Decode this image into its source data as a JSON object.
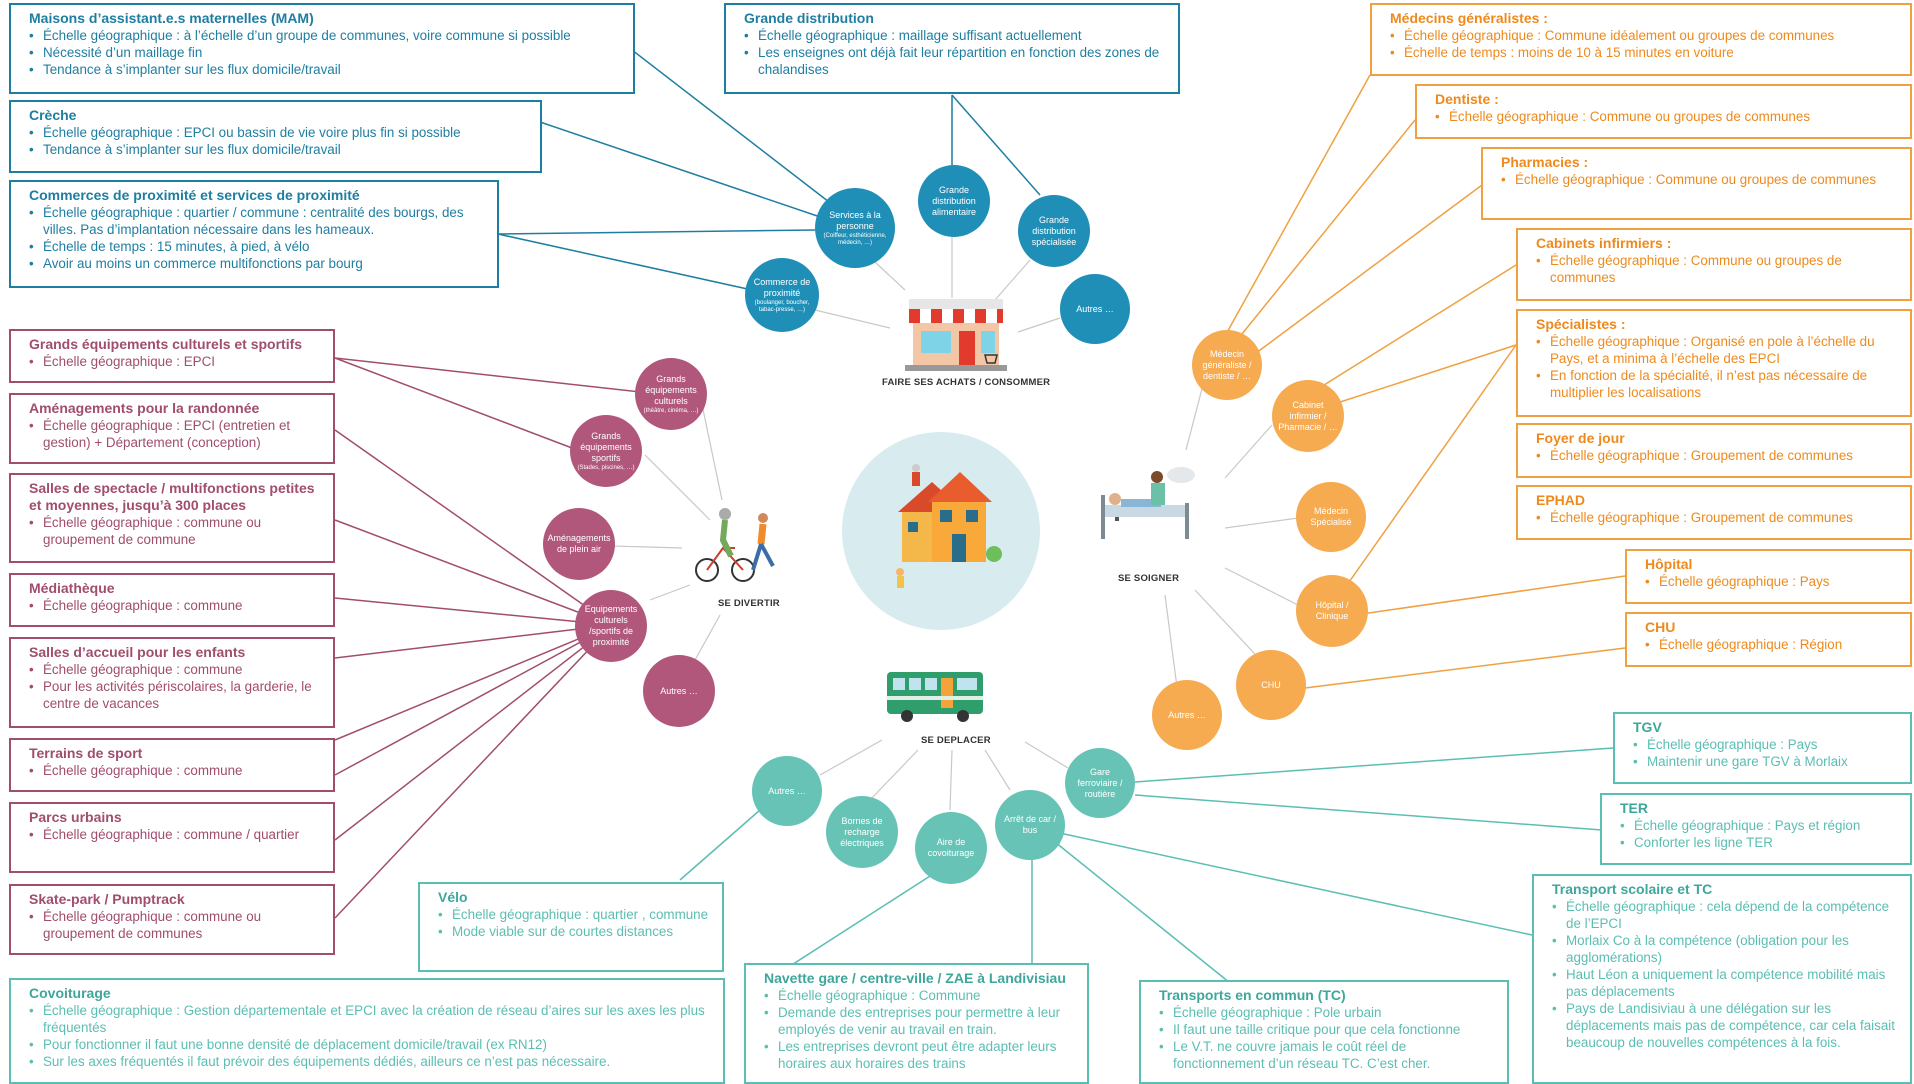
{
  "colors": {
    "consommer": "#1f8fb7",
    "divertir": "#b0577b",
    "soigner": "#f7ab50",
    "deplacer": "#66c3b6",
    "hub": "#d8ecf0"
  },
  "hub": {
    "icon": "house-icon",
    "categories": {
      "consommer": "FAIRE SES ACHATS / CONSOMMER",
      "divertir": "SE DIVERTIR",
      "soigner": "SE SOIGNER",
      "deplacer": "SE DEPLACER"
    }
  },
  "nodes": {
    "services_personne": {
      "label": "Services à la personne",
      "sub": "(Coiffeur, esthéticienne, médecin, …)"
    },
    "grande_distribution_alimentaire": {
      "label": "Grande distribution alimentaire"
    },
    "grande_distribution_specialisee": {
      "label": "Grande distribution spécialisée"
    },
    "commerce_proximite": {
      "label": "Commerce de proximité",
      "sub": "(boulanger, boucher, tabac-presse, …)"
    },
    "autres_consommer": {
      "label": "Autres …"
    },
    "grands_equipements_culturels": {
      "label": "Grands équipements culturels",
      "sub": "(théâtre, cinéma, …)"
    },
    "grands_equipements_sportifs": {
      "label": "Grands équipements sportifs",
      "sub": "(Stades, piscines, …)"
    },
    "amenagements_plein_air": {
      "label": "Aménagements de plein air"
    },
    "equipements_proximite": {
      "label": "Equipements culturels /sportifs de proximité"
    },
    "autres_divertir": {
      "label": "Autres …"
    },
    "medecin_generaliste": {
      "label": "Médecin généraliste / dentiste / …"
    },
    "cabinet_infirmier": {
      "label": "Cabinet infirmier / Pharmacie / …"
    },
    "medecin_specialise": {
      "label": "Médecin Spécialisé"
    },
    "hopital_clinique": {
      "label": "Hôpital / Clinique"
    },
    "chu": {
      "label": "CHU"
    },
    "autres_soigner": {
      "label": "Autres …"
    },
    "gare": {
      "label": "Gare ferroviaire / routière"
    },
    "arret_car": {
      "label": "Arrêt de car / bus"
    },
    "aire_covoiturage": {
      "label": "Aire de covoiturage"
    },
    "bornes_recharge": {
      "label": "Bornes de recharge électriques"
    },
    "autres_deplacer": {
      "label": "Autres …"
    }
  },
  "boxes": {
    "mam": {
      "title": "Maisons d’assistant.e.s maternelles (MAM)",
      "items": [
        "Échelle géographique : à l’échelle d’un groupe de communes, voire commune si possible",
        "Nécessité d’un maillage fin",
        "Tendance à s’implanter sur les flux domicile/travail"
      ]
    },
    "creche": {
      "title": "Crèche",
      "items": [
        "Échelle géographique : EPCI ou bassin de vie voire plus fin si possible",
        "Tendance à s’implanter sur les flux domicile/travail"
      ]
    },
    "commerces": {
      "title": "Commerces de proximité et services de proximité",
      "items": [
        "Échelle géographique : quartier / commune : centralité des bourgs, des villes. Pas d’implantation nécessaire dans les hameaux.",
        "Échelle de temps : 15 minutes, à pied, à vélo",
        "Avoir au moins un commerce multifonctions par bourg"
      ]
    },
    "grande_distribution": {
      "title": "Grande distribution",
      "items": [
        "Échelle géographique : maillage suffisant actuellement",
        "Les enseignes ont déjà fait leur répartition en fonction des zones de chalandises"
      ]
    },
    "grands_equipements": {
      "title": "Grands équipements culturels et sportifs",
      "items": [
        "Échelle géographique : EPCI"
      ]
    },
    "randonnee": {
      "title": "Aménagements pour la randonnée",
      "items": [
        "Échelle géographique : EPCI (entretien et gestion) + Département (conception)"
      ]
    },
    "salles_spectacle": {
      "title": "Salles de spectacle / multifonctions petites et moyennes, jusqu’à 300 places",
      "items": [
        "Échelle géographique : commune ou groupement de commune"
      ]
    },
    "mediatheque": {
      "title": "Médiathèque",
      "items": [
        "Échelle géographique : commune"
      ]
    },
    "salles_enfants": {
      "title": "Salles d’accueil pour les enfants",
      "items": [
        "Échelle géographique : commune",
        "Pour les activités périscolaires, la garderie, le centre de vacances"
      ]
    },
    "terrains_sport": {
      "title": "Terrains de sport",
      "items": [
        "Échelle géographique : commune"
      ]
    },
    "parcs_urbains": {
      "title": "Parcs urbains",
      "items": [
        "Échelle géographique : commune / quartier"
      ]
    },
    "skate_park": {
      "title": "Skate-park / Pumptrack",
      "items": [
        "Échelle géographique : commune ou groupement de communes"
      ]
    },
    "medecins_generalistes": {
      "title": "Médecins généralistes :",
      "items": [
        "Échelle géographique : Commune idéalement ou groupes de communes",
        "Échelle de  temps :  moins de 10 à 15 minutes en voiture"
      ]
    },
    "dentiste": {
      "title": "Dentiste :",
      "items": [
        "Échelle géographique : Commune ou groupes de communes"
      ]
    },
    "pharmacies": {
      "title": "Pharmacies :",
      "items": [
        "Échelle géographique : Commune ou groupes de communes"
      ]
    },
    "cabinets_infirmiers": {
      "title": "Cabinets infirmiers :",
      "items": [
        "Échelle géographique : Commune ou groupes de communes"
      ]
    },
    "specialistes": {
      "title": "Spécialistes :",
      "items": [
        "Échelle géographique : Organisé en pole à l’échelle du Pays, et a minima à l’échelle des EPCI",
        "En fonction de la spécialité, il n’est pas nécessaire de multiplier les localisations"
      ]
    },
    "foyer_jour": {
      "title": "Foyer de jour",
      "items": [
        "Échelle géographique : Groupement de communes"
      ]
    },
    "ephad": {
      "title": "EPHAD",
      "items": [
        "Échelle géographique : Groupement de communes"
      ]
    },
    "hopital": {
      "title": "Hôpital",
      "items": [
        "Échelle géographique : Pays"
      ]
    },
    "chu": {
      "title": "CHU",
      "items": [
        "Échelle géographique : Région"
      ]
    },
    "tgv": {
      "title": "TGV",
      "items": [
        "Échelle géographique : Pays",
        "Maintenir une gare TGV à Morlaix"
      ]
    },
    "ter": {
      "title": "TER",
      "items": [
        "Échelle géographique : Pays et région",
        "Conforter les ligne TER"
      ]
    },
    "transport_scolaire": {
      "title": "Transport scolaire et TC",
      "items": [
        "Échelle géographique : cela dépend de la compétence de l’EPCI",
        "Morlaix Co à la compétence (obligation pour les agglomérations)",
        "Haut Léon a uniquement la compétence mobilité mais pas déplacements",
        "Pays de Landisiviau à une délégation sur les déplacements mais pas de compétence, car cela faisait beaucoup de nouvelles compétences à la fois."
      ]
    },
    "velo": {
      "title": "Vélo",
      "items": [
        "Échelle géographique : quartier , commune",
        "Mode viable sur de courtes distances"
      ]
    },
    "covoiturage": {
      "title": "Covoiturage",
      "items": [
        "Échelle géographique : Gestion départementale et EPCI avec la création de réseau d’aires sur les axes les plus fréquentés",
        "Pour fonctionner il faut une bonne densité de déplacement domicile/travail (ex RN12)",
        "Sur les axes fréquentés il faut prévoir des équipements dédiés, ailleurs ce n’est pas nécessaire."
      ]
    },
    "navette": {
      "title": "Navette gare / centre-ville / ZAE à Landivisiau",
      "items": [
        "Échelle géographique : Commune",
        "Demande des entreprises pour permettre à leur employés de venir au travail en train.",
        "Les entreprises devront peut être adapter leurs horaires aux horaires des trains"
      ]
    },
    "tc": {
      "title": "Transports en commun (TC)",
      "items": [
        "Échelle géographique : Pole urbain",
        "Il faut une taille critique pour que cela fonctionne",
        "Le V.T. ne couvre jamais le coût réel de fonctionnement d’un réseau TC. C’est cher."
      ]
    }
  }
}
